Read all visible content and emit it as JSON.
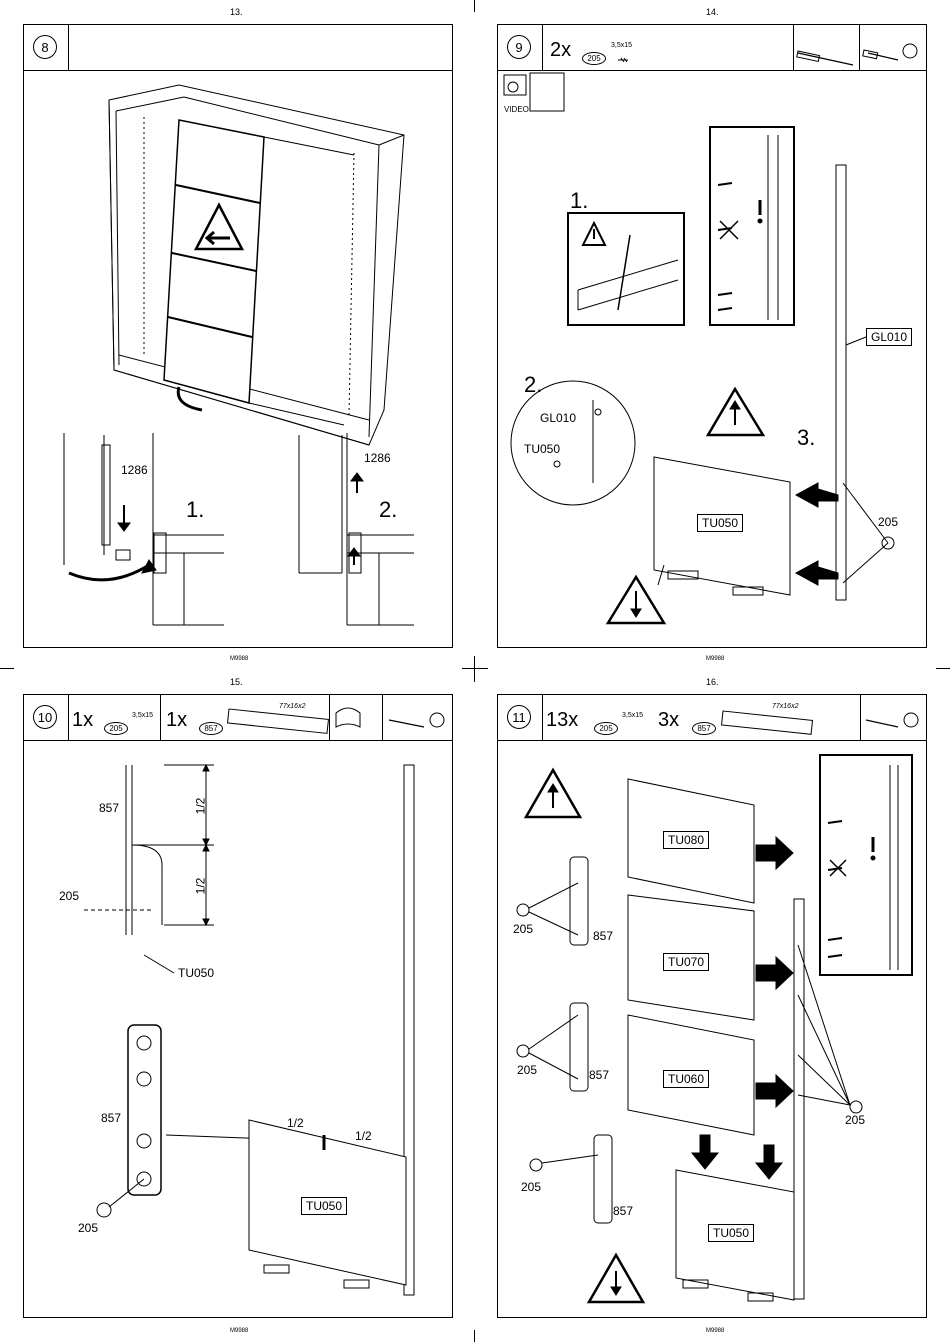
{
  "pages": [
    {
      "page_number": "13.",
      "footer": "M9988",
      "step": "8"
    },
    {
      "page_number": "14.",
      "footer": "M9988",
      "step": "9",
      "header": {
        "qty": "2x",
        "part": "205",
        "size": "3,5x15"
      },
      "video_label": "VIDEO",
      "sub_steps": [
        "1.",
        "2.",
        "3."
      ],
      "labels": {
        "gl": "GL010",
        "gl_zoom": "GL010",
        "tu_zoom": "TU050",
        "tu_panel": "TU050",
        "screw": "205"
      }
    },
    {
      "page_number": "15.",
      "footer": "M9988",
      "step": "10",
      "header": {
        "qty1": "1x",
        "part1": "205",
        "size1": "3,5x15",
        "qty2": "1x",
        "part2": "857",
        "size2": "77x16x2"
      },
      "labels": {
        "bracket_top": "857",
        "half1": "1/2",
        "half2": "1/2",
        "screw_top": "205",
        "tu_top": "TU050",
        "bracket_big": "857",
        "screw_big": "205",
        "half3": "1/2",
        "half4": "1/2",
        "tu_panel": "TU050"
      }
    },
    {
      "page_number": "16.",
      "footer": "M9988",
      "step": "11",
      "header": {
        "qty1": "13x",
        "part1": "205",
        "size1": "3,5x15",
        "qty2": "3x",
        "part2": "857",
        "size2": "77x16x2"
      },
      "labels": {
        "tu080": "TU080",
        "tu070": "TU070",
        "tu060": "TU060",
        "tu050": "TU050",
        "s1": "205",
        "b1": "857",
        "s2": "205",
        "b2": "857",
        "s3": "205",
        "b3": "857",
        "s_right": "205"
      }
    }
  ],
  "page8": {
    "sub_steps": [
      "1.",
      "2."
    ],
    "part_left": "1286",
    "part_right": "1286"
  }
}
